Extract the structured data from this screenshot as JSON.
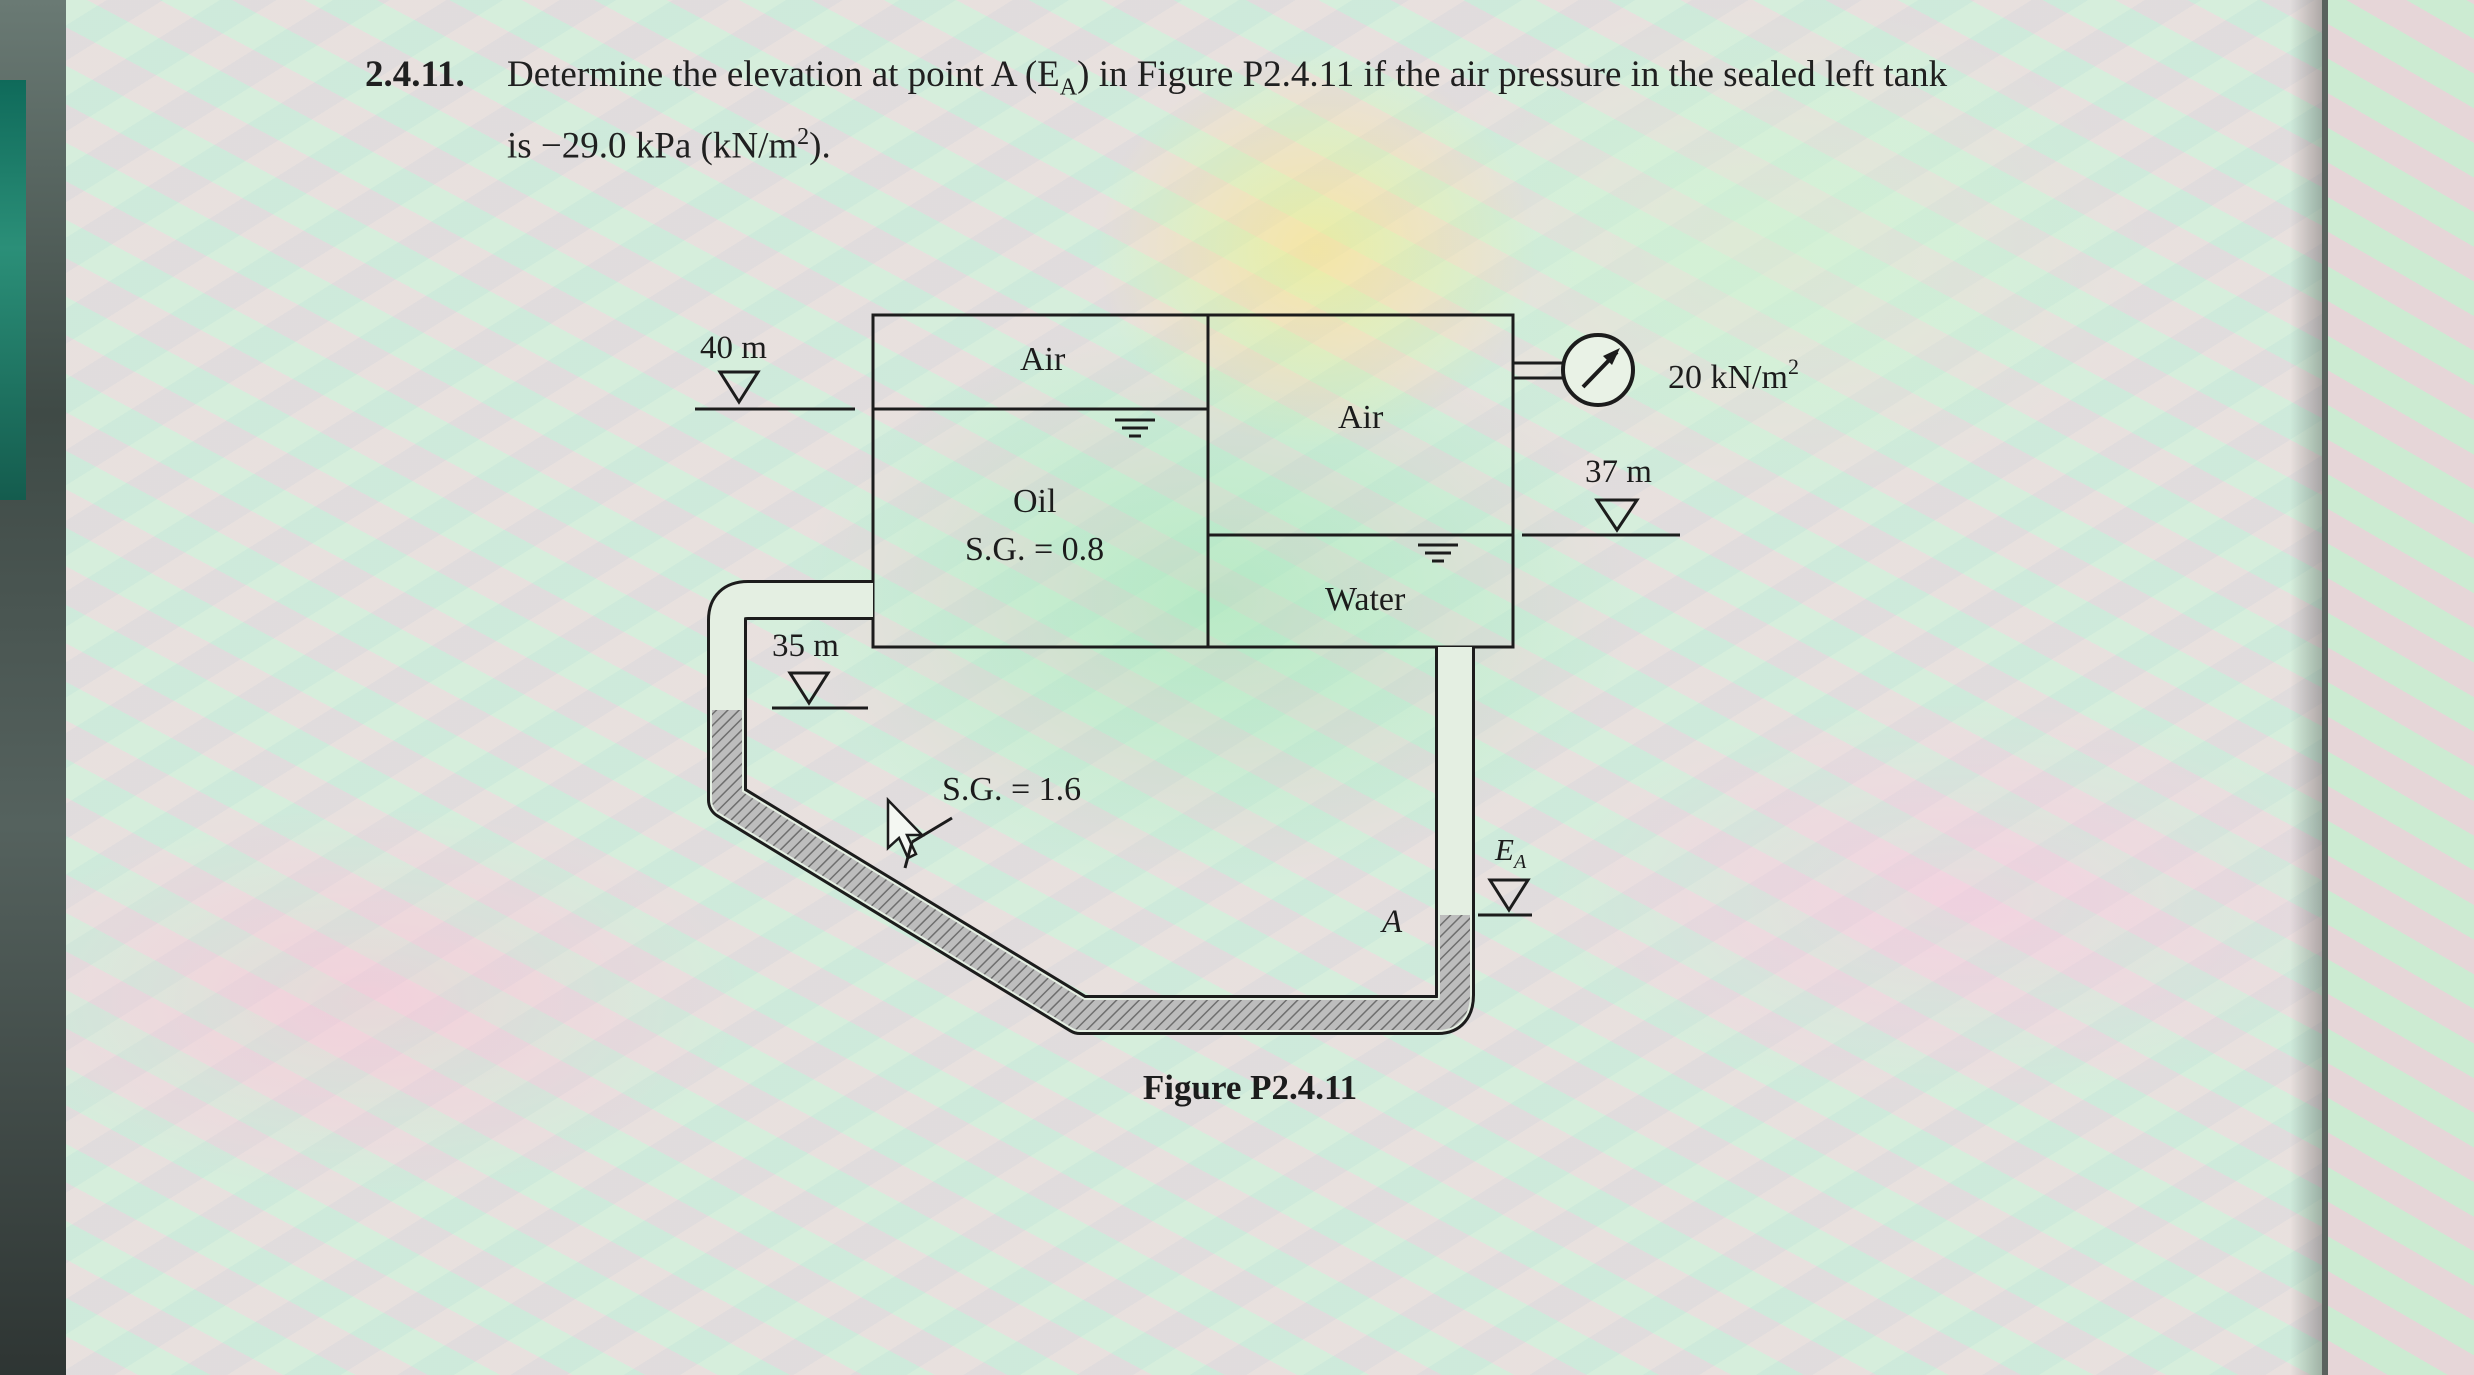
{
  "problem": {
    "number": "2.4.11.",
    "line1": "Determine the elevation at point A (E",
    "line1_sub": "A",
    "line1_end": ") in Figure P2.4.11 if the air pressure in the sealed left tank",
    "line2": "is −29.0 kPa (kN/m",
    "line2_sup": "2",
    "line2_end": ")."
  },
  "figure": {
    "caption": "Figure P2.4.11",
    "left_tank_top_label": "Air",
    "left_tank_liquid_label": "Oil",
    "left_tank_sg": "S.G. = 0.8",
    "right_tank_top_label": "Air",
    "right_tank_liquid_label": "Water",
    "manometer_sg": "S.G. = 1.6",
    "elev_40": "40 m",
    "elev_35": "35 m",
    "elev_37": "37 m",
    "gauge_reading": "20 kN/m",
    "gauge_reading_sup": "2",
    "point_label": "A",
    "elev_EA": "E",
    "elev_EA_sub": "A"
  },
  "colors": {
    "ink": "#1c1c1c",
    "paper": "#dcebdc",
    "hatch": "#8a8a8a"
  }
}
